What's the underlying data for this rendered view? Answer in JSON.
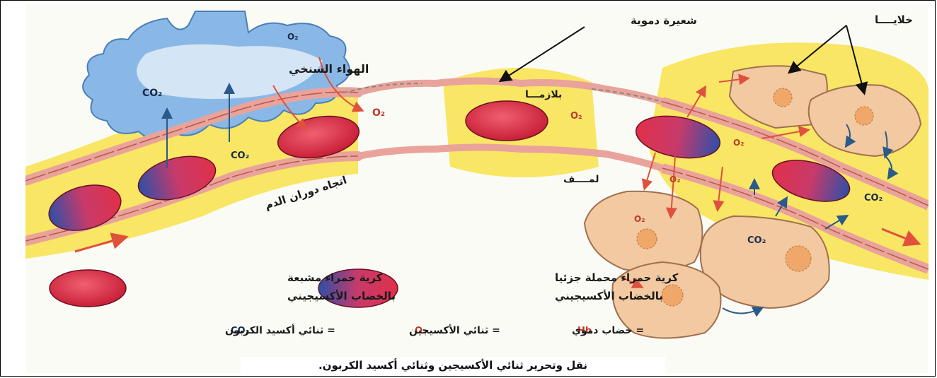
{
  "labels": {
    "capillary": "شعيرة دموية",
    "cells": "خلايــــا",
    "inhaled_air": "الهواء السنخي",
    "plasma": "بلازمـــا",
    "lymph": "لمــــف",
    "blood_flow": "اتجاه دوران الدم",
    "saturated_rbc": "كرية حمراء مشبعة\nبالخضاب الأكسيجيني",
    "partial_rbc": "كرية حمراء محملة جزئيا\nبالخضاب الأكسيجيني"
  },
  "chem": {
    "o2": "O₂",
    "co2": "CO₂",
    "hb": "Hb"
  },
  "legend": {
    "hb_eq": "= خضاب دموي",
    "o2_eq": "= ثنائي الأكسيجين",
    "co2_eq": "= ثنائي أكسيد الكربون"
  },
  "caption": "نقل وتحرير ثنائي الأكسيجين وثنائي أكسيد الكربون.",
  "colors": {
    "plasma_yellow": "#f7e24a",
    "vessel_pink": "#e9a39b",
    "vessel_dark": "#b7584d",
    "rbc_red": "#d8283f",
    "rbc_blue": "#2d4fa8",
    "cell_fill": "#f2c9a0",
    "nucleus": "#f0a86a",
    "alveolus_blue": "#6fa4d8",
    "arrow_red": "#e0503e",
    "arrow_blue": "#2a5a8a",
    "o2_text": "#c0392b",
    "co2_text": "#1a2a4a"
  }
}
